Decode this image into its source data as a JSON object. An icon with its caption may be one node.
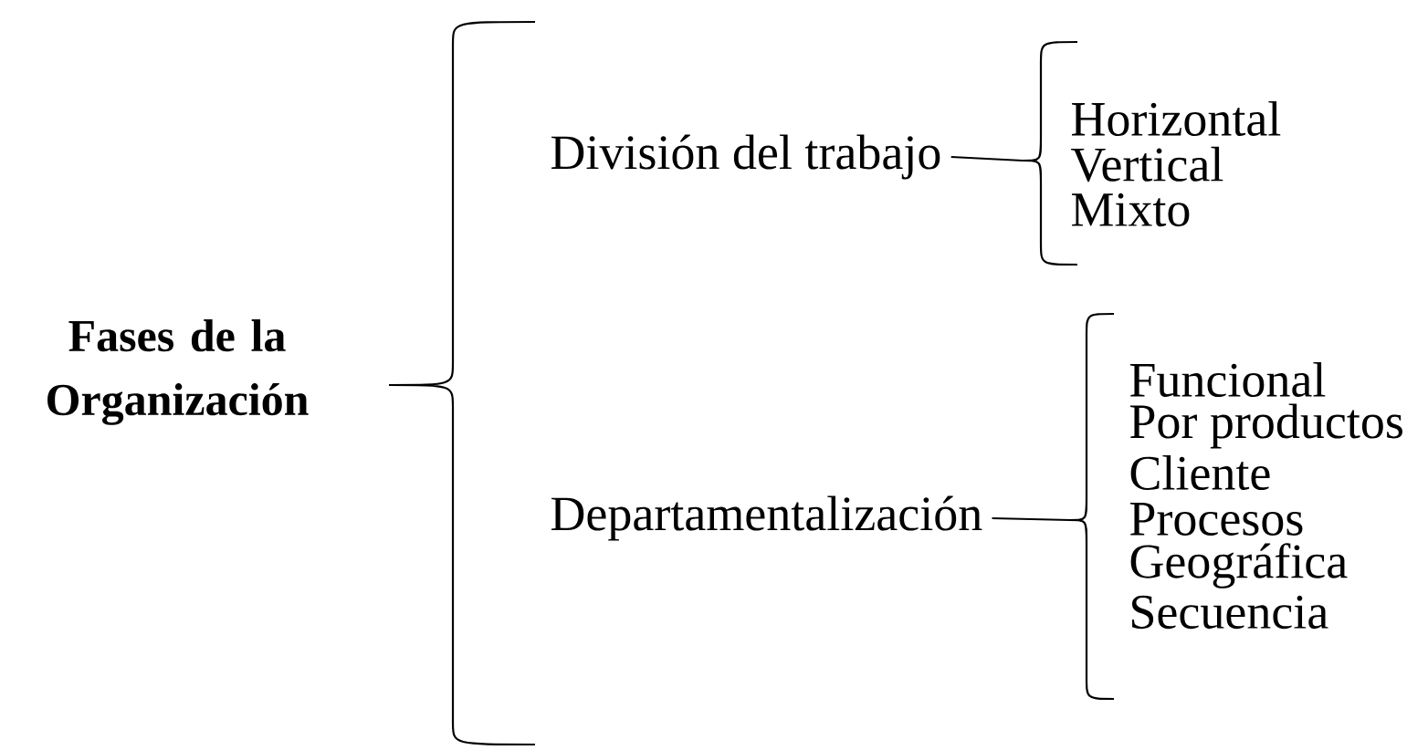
{
  "diagram": {
    "nodes": [
      {
        "text": [
          "Fases de la Organización"
        ]
      },
      {
        "text": [
          "División del trabajo"
        ]
      },
      {
        "text": [
          "Departamentalización"
        ]
      },
      {
        "text": [
          "Horizontal"
        ]
      },
      {
        "text": [
          "Vertical"
        ]
      },
      {
        "text": [
          "Mixto"
        ]
      },
      {
        "text": [
          "Funcional"
        ]
      },
      {
        "text": [
          "Por productos"
        ]
      },
      {
        "text": [
          "Cliente"
        ]
      },
      {
        "text": [
          "Procesos"
        ]
      },
      {
        "text": [
          "Geográfica"
        ]
      },
      {
        "text": [
          "Secuencia"
        ]
      }
    ]
  }
}
